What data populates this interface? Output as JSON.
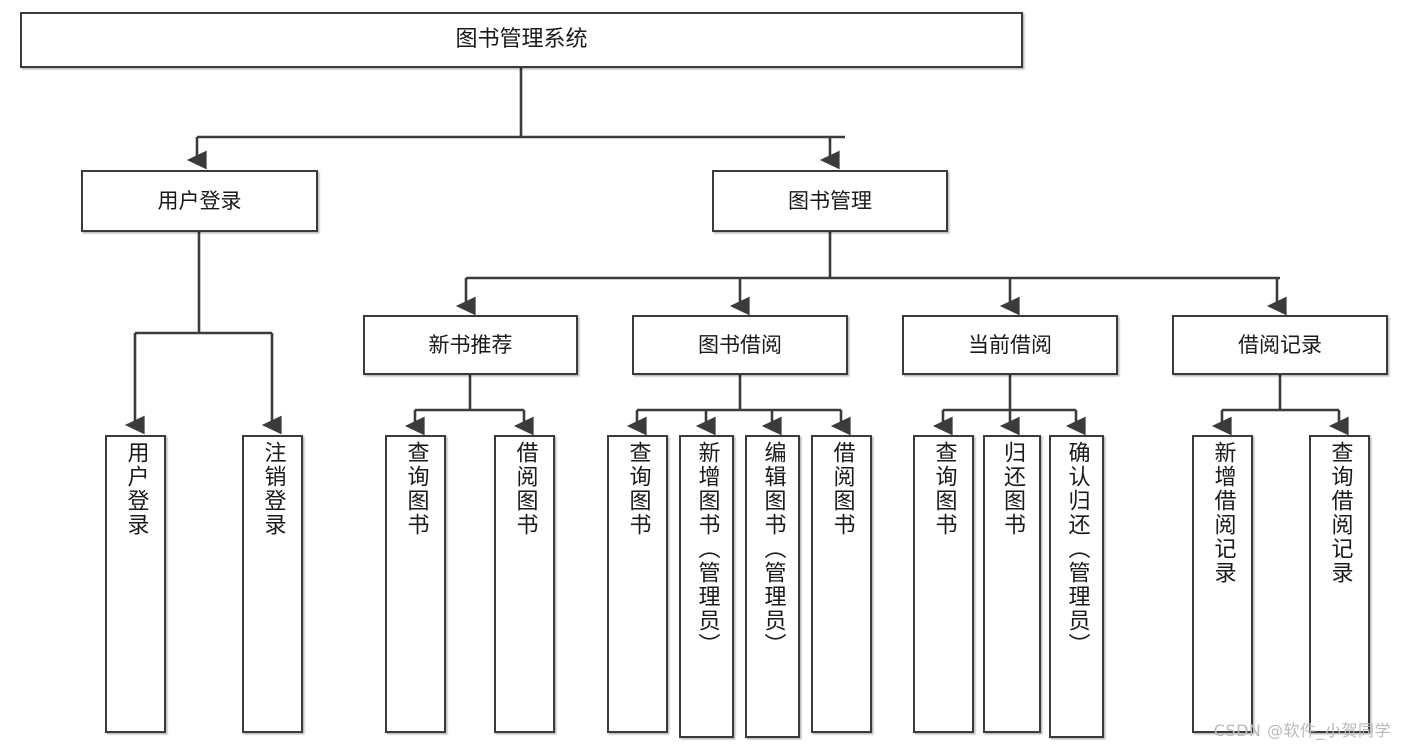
{
  "diagram": {
    "title": "图书管理系统",
    "type": "tree",
    "watermark": "CSDN @软件_小贺同学",
    "colors": {
      "background": "#ffffff",
      "node_border": "#3b3b3b",
      "node_fill": "#ffffff",
      "edge": "#3b3b3b",
      "text": "#1a1a1a",
      "watermark": "#b9b9b9"
    },
    "nodes": {
      "root": {
        "label": "图书管理系统"
      },
      "level2": [
        {
          "id": "user-login",
          "label": "用户登录"
        },
        {
          "id": "book-manage",
          "label": "图书管理"
        }
      ],
      "level3": [
        {
          "id": "new-book-recommend",
          "label": "新书推荐"
        },
        {
          "id": "book-borrow",
          "label": "图书借阅"
        },
        {
          "id": "current-borrow",
          "label": "当前借阅"
        },
        {
          "id": "borrow-record",
          "label": "借阅记录"
        }
      ],
      "leaves": {
        "user-login": [
          {
            "id": "leaf-user-login",
            "label": "用户登录"
          },
          {
            "id": "leaf-user-logout",
            "label": "注销登录"
          }
        ],
        "new-book-recommend": [
          {
            "id": "leaf-query-book-1",
            "label": "查询图书"
          },
          {
            "id": "leaf-borrow-book-1",
            "label": "借阅图书"
          }
        ],
        "book-borrow": [
          {
            "id": "leaf-query-book-2",
            "label": "查询图书"
          },
          {
            "id": "leaf-add-book",
            "label": "新增图书（管理员）"
          },
          {
            "id": "leaf-edit-book",
            "label": "编辑图书（管理员）"
          },
          {
            "id": "leaf-borrow-book-2",
            "label": "借阅图书"
          }
        ],
        "current-borrow": [
          {
            "id": "leaf-query-book-3",
            "label": "查询图书"
          },
          {
            "id": "leaf-return-book",
            "label": "归还图书"
          },
          {
            "id": "leaf-confirm-return",
            "label": "确认归还（管理员）"
          }
        ],
        "borrow-record": [
          {
            "id": "leaf-add-record",
            "label": "新增借阅记录"
          },
          {
            "id": "leaf-query-record",
            "label": "查询借阅记录"
          }
        ]
      }
    }
  }
}
